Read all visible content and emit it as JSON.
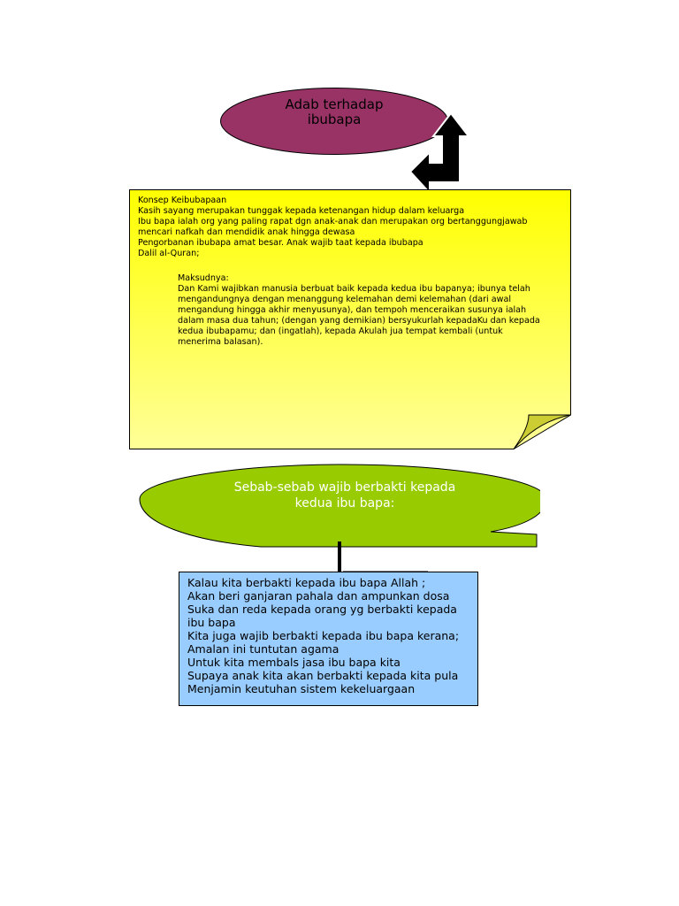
{
  "title": {
    "line1": "Adab terhadap",
    "line2": "ibubapa"
  },
  "note": {
    "lines": [
      "Konsep Keibubapaan",
      "Kasih sayang merupakan tunggak kepada ketenangan hidup dalam keluarga",
      "Ibu bapa ialah org yang paling rapat dgn anak-anak dan merupakan org bertanggungjawab",
      "mencari nafkah dan mendidik anak hingga dewasa",
      "Pengorbanan ibubapa amat besar. Anak wajib taat kepada ibubapa",
      "Dalil al-Quran;"
    ],
    "quote": [
      "Maksudnya:",
      "Dan Kami wajibkan manusia berbuat baik kepada kedua ibu bapanya; ibunya telah",
      "mengandungnya dengan menanggung kelemahan demi kelemahan (dari awal",
      "mengandung hingga akhir menyusunya), dan tempoh menceraikan susunya ialah",
      "dalam masa dua tahun; (dengan yang demikian) bersyukurlah kepadaKu dan kepada",
      "kedua ibubapamu; dan (ingatlah), kepada Akulah jua tempat kembali (untuk",
      "menerima balasan)."
    ]
  },
  "reasons_header": {
    "line1": "Sebab-sebab wajib berbakti kepada",
    "line2": "kedua ibu bapa:"
  },
  "reasons": [
    "Kalau kita  berbakti kepada ibu bapa Allah ;",
    "Akan beri ganjaran pahala dan ampunkan dosa",
    "Suka dan reda kepada orang yg berbakti kepada",
    "ibu bapa",
    "Kita juga wajib berbakti kepada ibu bapa kerana;",
    "Amalan ini tuntutan agama",
    "Untuk kita membals jasa ibu bapa kita",
    "Supaya anak kita akan berbakti kepada kita pula",
    "Menjamin keutuhan sistem kekeluargaan"
  ],
  "colors": {
    "title_fill": "#993366",
    "note_fill_top": "#ffff00",
    "note_fill_bottom": "#ffff99",
    "green_fill": "#99cc00",
    "blue_fill": "#99ccff"
  }
}
